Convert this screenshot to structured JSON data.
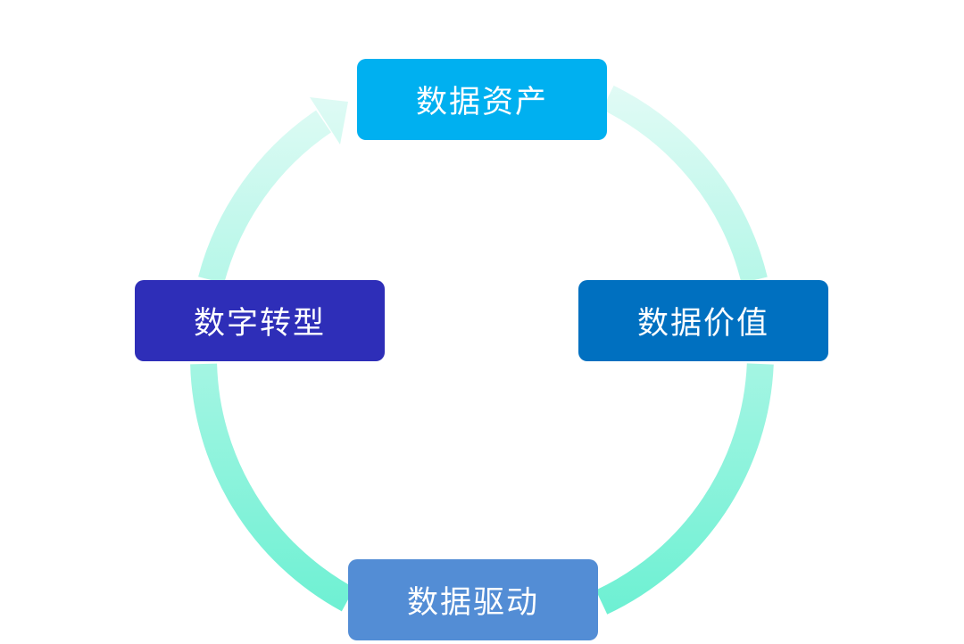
{
  "diagram": {
    "nodes": [
      {
        "id": "top",
        "label": "数据资产",
        "color": "#00B0F0"
      },
      {
        "id": "right",
        "label": "数据价值",
        "color": "#0070C0"
      },
      {
        "id": "bottom",
        "label": "数据驱动",
        "color": "#538DD5"
      },
      {
        "id": "left",
        "label": "数字转型",
        "color": "#2E2EB8"
      }
    ],
    "ring_colors": {
      "light": "#E4FBF6",
      "dark": "#6BF0D2"
    }
  }
}
